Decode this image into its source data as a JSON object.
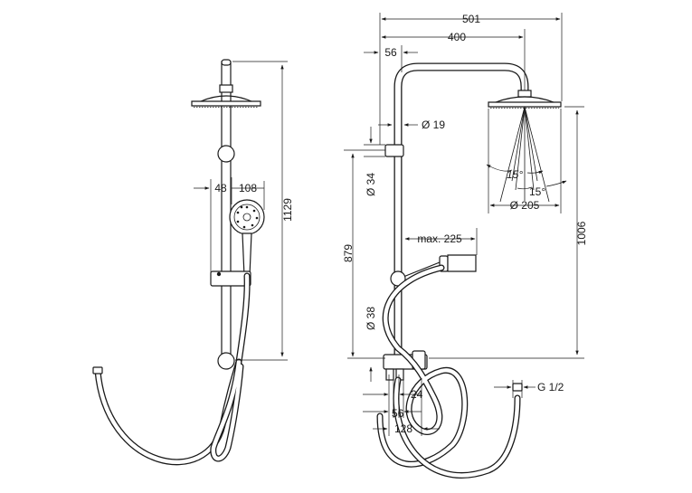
{
  "dimensions": {
    "left_height": "1129",
    "left_48": "48",
    "left_108": "108",
    "top_501": "501",
    "top_400": "400",
    "offset_56_top": "56",
    "dia_19": "Ø 19",
    "dia_34": "Ø 34",
    "dim_879": "879",
    "dia_38": "Ø 38",
    "max_225": "max. 225",
    "angle_15_a": "15°",
    "angle_15_b": "15°",
    "dia_205": "Ø 205",
    "dim_1006": "1006",
    "dim_24": "24",
    "dim_56_bottom": "56",
    "dim_128": "128",
    "thread": "G 1/2"
  },
  "colors": {
    "line": "#1a1a1a",
    "background": "#ffffff"
  }
}
